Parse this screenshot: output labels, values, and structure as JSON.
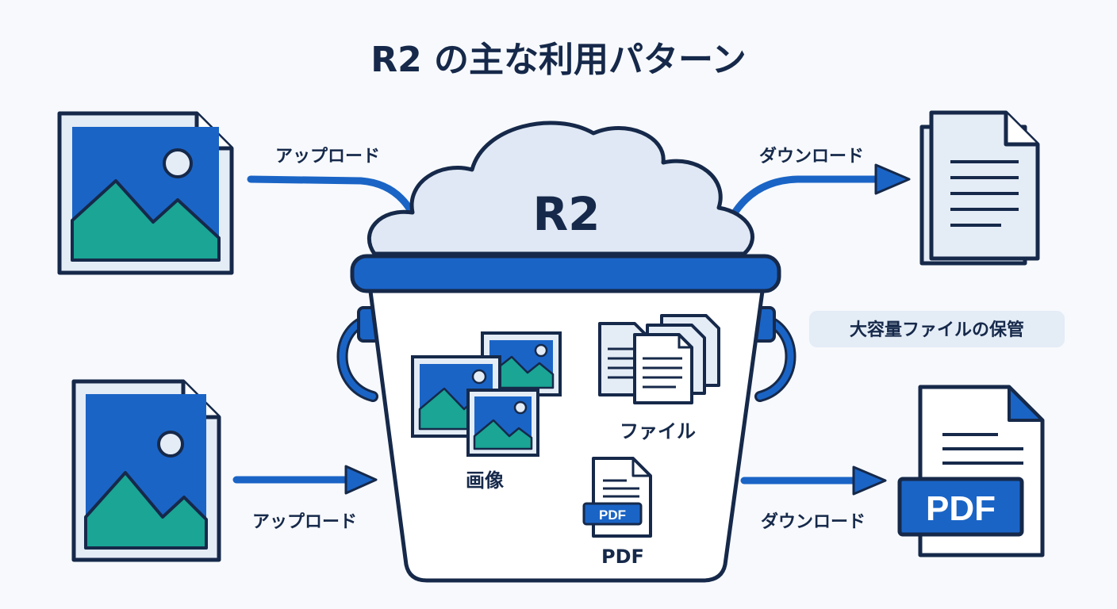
{
  "title": "R2 の主な利用パターン",
  "storage": {
    "label": "R2",
    "contents": {
      "images": "画像",
      "files": "ファイル",
      "pdf": "PDF",
      "pdf_badge": "PDF"
    }
  },
  "flows": {
    "upload_top": "アップロード",
    "upload_bottom": "アップロード",
    "download_top": "ダウンロード",
    "download_bottom": "ダウンロード"
  },
  "note": "大容量ファイルの保管",
  "pdf_output_badge": "PDF",
  "colors": {
    "navy": "#16294a",
    "blue": "#1a64c6",
    "teal": "#1aa595",
    "light_blue": "#e4ecf6",
    "cloud": "#dfe8f4"
  },
  "icons": [
    "image-file-icon",
    "document-stack-icon",
    "pdf-file-icon",
    "cloud-icon",
    "bucket-icon",
    "arrow-icon"
  ]
}
